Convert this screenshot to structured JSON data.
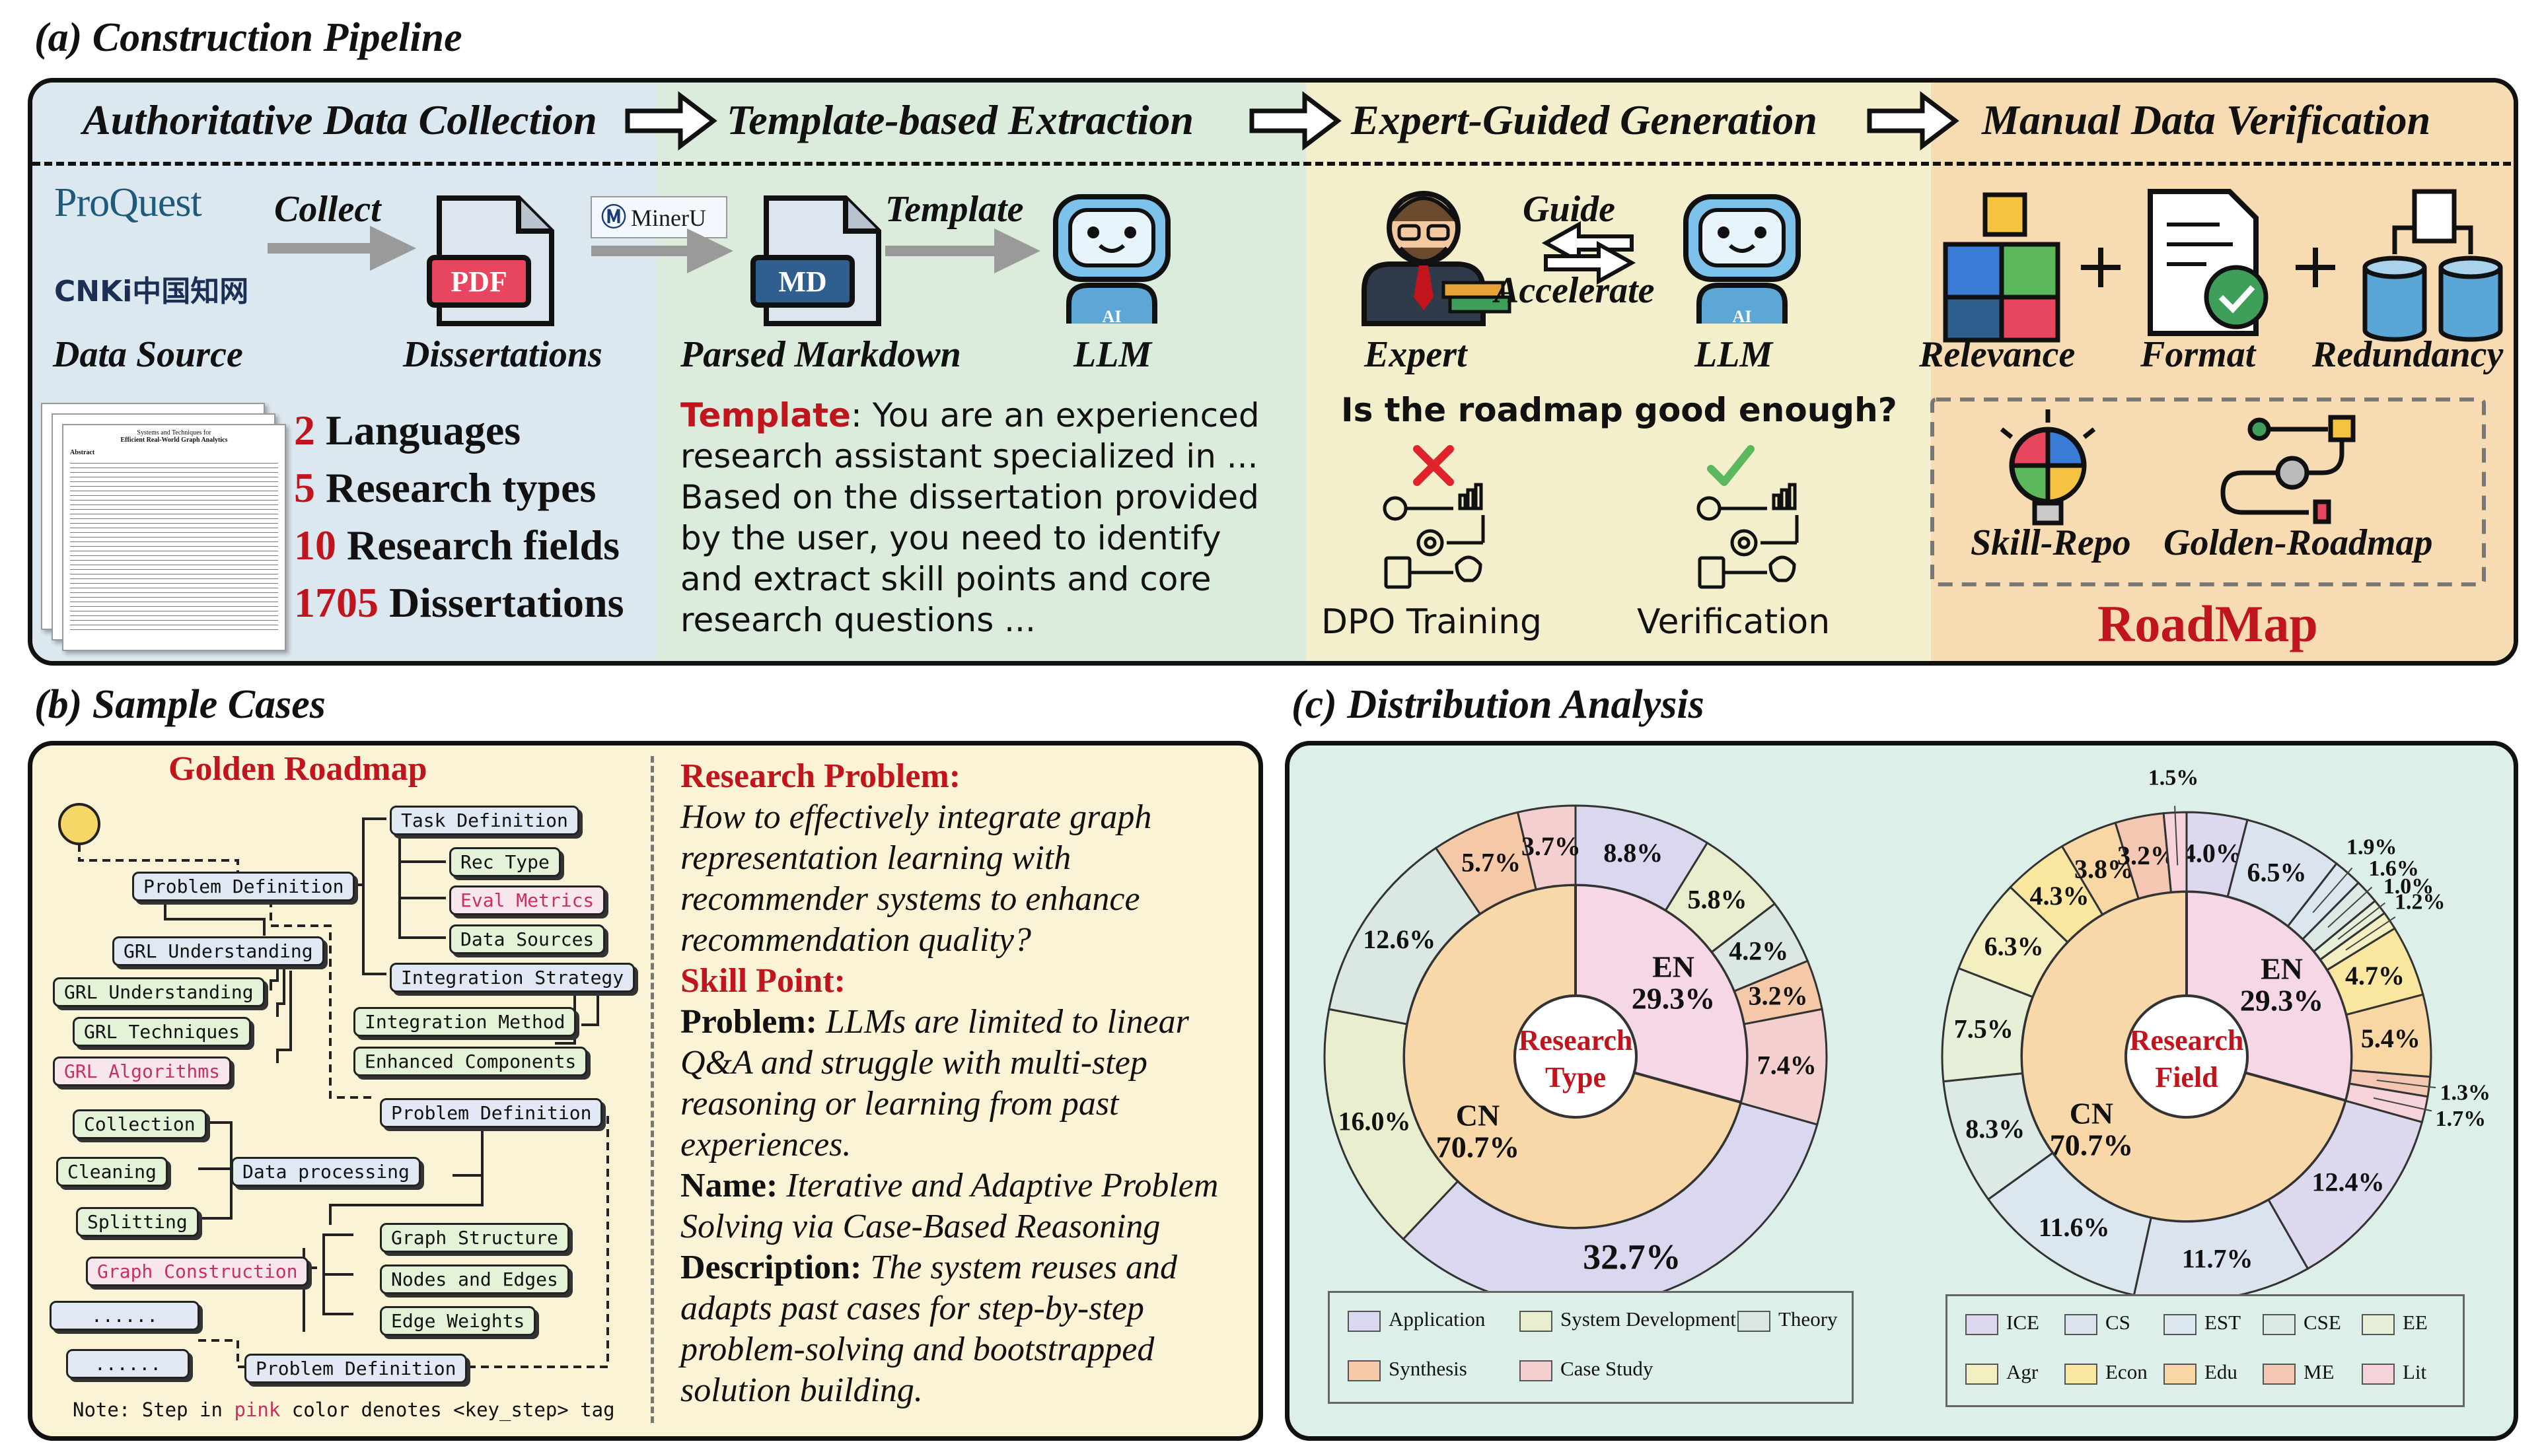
{
  "titles": {
    "a": "(a) Construction Pipeline",
    "b": "(b) Sample Cases",
    "c": "(c) Distribution Analysis"
  },
  "pipeline": {
    "stages": [
      "Authoritative Data Collection",
      "Template-based Extraction",
      "Expert-Guided Generation",
      "Manual Data Verification"
    ],
    "stage_colors": [
      "#dbe8ef",
      "#dcecdc",
      "#f3eecb",
      "#f7dcb3"
    ],
    "sources": {
      "proquest": "ProQuest",
      "cnki": "CNKi中国知网"
    },
    "collect": "Collect",
    "data_source": "Data Source",
    "pdf": "PDF",
    "dissertations": "Dissertations",
    "mineru": "MinerU",
    "md": "MD",
    "parsed_markdown": "Parsed Markdown",
    "template_arrow": "Template",
    "llm": "LLM",
    "ai": "AI",
    "doc_head": "Systems and Techniques for",
    "doc_title": "Efficient Real-World Graph Analytics",
    "doc_abstract": "Abstract",
    "stats": [
      {
        "num": "2",
        "label": "Languages"
      },
      {
        "num": "5",
        "label": "Research types"
      },
      {
        "num": "10",
        "label": "Research fields"
      },
      {
        "num": "1705",
        "label": "Dissertations"
      }
    ],
    "template_label": "Template",
    "template_text": ": You are an experienced research assistant specialized in ... Based on the dissertation provided by the user, you need to identify and extract skill points and core research questions ...",
    "guide": "Guide",
    "accelerate": "Accelerate",
    "expert": "Expert",
    "question": "Is the roadmap good enough?",
    "dpo": "DPO Training",
    "verification": "Verification",
    "relevance": "Relevance",
    "format": "Format",
    "redundancy": "Redundancy",
    "skill_repo": "Skill-Repo",
    "golden_roadmap": "Golden-Roadmap",
    "roadmap": "RoadMap"
  },
  "sample": {
    "golden_roadmap_title": "Golden Roadmap",
    "nodes": {
      "task_definition": "Task Definition",
      "rec_type": "Rec Type",
      "eval_metrics": "Eval Metrics",
      "data_sources": "Data Sources",
      "integration_strategy": "Integration Strategy",
      "problem_definition_1": "Problem Definition",
      "grl_understanding_1": "GRL Understanding",
      "grl_understanding_2": "GRL Understanding",
      "grl_techniques": "GRL Techniques",
      "grl_algorithms": "GRL Algorithms",
      "integration_method": "Integration Method",
      "enhanced_components": "Enhanced Components",
      "problem_definition_2": "Problem Definition",
      "collection": "Collection",
      "cleaning": "Cleaning",
      "data_processing": "Data processing",
      "splitting": "Splitting",
      "graph_structure": "Graph Structure",
      "graph_construction": "Graph Construction",
      "nodes_and_edges": "Nodes and Edges",
      "edge_weights": "Edge Weights",
      "dots": "......",
      "dots2": "......",
      "problem_definition_3": "Problem Definition"
    },
    "note_prefix": "Note: Step in ",
    "note_pink": "pink",
    "note_suffix": " color denotes <key_step> tag",
    "research_problem_label": "Research Problem:",
    "research_problem": "How to effectively integrate graph representation learning with recommender systems to enhance recommendation quality?",
    "skill_point_label": "Skill Point:",
    "problem_label": "Problem:",
    "problem": "LLMs are limited to linear Q&A and struggle with multi-step reasoning or learning from past experiences.",
    "name_label": "Name:",
    "name": "Iterative and Adaptive Problem Solving via Case-Based Reasoning",
    "description_label": "Description:",
    "description": "The system reuses and adapts past cases for step-by-step problem-solving and bootstrapped solution building."
  },
  "chart_data": [
    {
      "type": "pie",
      "title": "Research Type",
      "inner": [
        {
          "name": "EN",
          "value": 29.3,
          "label": "29.3%",
          "color": "#f5d7e6"
        },
        {
          "name": "CN",
          "value": 70.7,
          "label": "70.7%",
          "color": "#f8d8a8"
        }
      ],
      "outer": [
        {
          "name": "Application",
          "value": 8.8,
          "color": "#dad8ee"
        },
        {
          "name": "System Development",
          "value": 5.8,
          "color": "#e9efce"
        },
        {
          "name": "Theory",
          "value": 4.2,
          "color": "#dbe7e1"
        },
        {
          "name": "Synthesis",
          "value": 3.2,
          "color": "#f5c9a8"
        },
        {
          "name": "Case Study",
          "value": 7.4,
          "color": "#f4cfd0"
        },
        {
          "name": "Application",
          "value": 32.7,
          "color": "#dad8ee"
        },
        {
          "name": "System Development",
          "value": 16.0,
          "color": "#e9efce"
        },
        {
          "name": "Theory",
          "value": 12.6,
          "color": "#dbe7e1"
        },
        {
          "name": "Synthesis",
          "value": 5.7,
          "color": "#f5c9a8"
        },
        {
          "name": "Case Study",
          "value": 3.7,
          "color": "#f4cfd0"
        }
      ],
      "outer_labels": [
        "8.8%",
        "5.8%",
        "4.2%",
        "3.2%",
        "7.4%",
        "32.7%",
        "16.0%",
        "12.6%",
        "5.7%",
        "3.7%"
      ],
      "legend": [
        "Application",
        "System Development",
        "Theory",
        "Synthesis",
        "Case Study"
      ],
      "legend_colors": [
        "#dad8ee",
        "#e9efce",
        "#dbe7e1",
        "#f5c9a8",
        "#f4cfd0"
      ]
    },
    {
      "type": "pie",
      "title": "Research Field",
      "inner": [
        {
          "name": "EN",
          "value": 29.3,
          "label": "29.3%",
          "color": "#f5d7e6"
        },
        {
          "name": "CN",
          "value": 70.7,
          "label": "70.7%",
          "color": "#f8d8a8"
        }
      ],
      "outer": [
        {
          "name": "ICE",
          "value": 4.0,
          "color": "#ddd8ee"
        },
        {
          "name": "CS",
          "value": 6.5,
          "color": "#dbe3ef"
        },
        {
          "name": "EST",
          "value": 1.9,
          "color": "#dce6ee"
        },
        {
          "name": "CSE",
          "value": 1.6,
          "color": "#dde9e4"
        },
        {
          "name": "EE",
          "value": 1.0,
          "color": "#e6f0d8"
        },
        {
          "name": "Agr",
          "value": 1.2,
          "color": "#f3efc0"
        },
        {
          "name": "Econ",
          "value": 4.7,
          "color": "#f9e7a0"
        },
        {
          "name": "Edu",
          "value": 5.4,
          "color": "#f8d7a4"
        },
        {
          "name": "ME",
          "value": 1.3,
          "color": "#f3c7b2"
        },
        {
          "name": "Lit",
          "value": 1.7,
          "color": "#f6d3d8"
        },
        {
          "name": "ICE",
          "value": 12.4,
          "color": "#ddd8ee"
        },
        {
          "name": "CS",
          "value": 11.7,
          "color": "#dbe3ef"
        },
        {
          "name": "EST",
          "value": 11.6,
          "color": "#dce6ee"
        },
        {
          "name": "CSE",
          "value": 8.3,
          "color": "#dde9e4"
        },
        {
          "name": "EE",
          "value": 7.5,
          "color": "#e6f0d8"
        },
        {
          "name": "Agr",
          "value": 6.3,
          "color": "#f3efc0"
        },
        {
          "name": "Econ",
          "value": 4.3,
          "color": "#f9e7a0"
        },
        {
          "name": "Edu",
          "value": 3.8,
          "color": "#f8d7a4"
        },
        {
          "name": "ME",
          "value": 3.2,
          "color": "#f3c7b2"
        },
        {
          "name": "Lit",
          "value": 1.5,
          "color": "#f6d3d8"
        }
      ],
      "outer_labels": [
        "4.0%",
        "6.5%",
        "1.9%",
        "1.6%",
        "1.0%",
        "1.2%",
        "4.7%",
        "5.4%",
        "1.3%",
        "1.7%",
        "12.4%",
        "11.7%",
        "11.6%",
        "8.3%",
        "7.5%",
        "6.3%",
        "4.3%",
        "3.8%",
        "3.2%",
        "1.5%"
      ],
      "legend": [
        "ICE",
        "CS",
        "EST",
        "CSE",
        "EE",
        "Agr",
        "Econ",
        "Edu",
        "ME",
        "Lit"
      ],
      "legend_colors": [
        "#ddd8ee",
        "#dbe3ef",
        "#dce6ee",
        "#dde9e4",
        "#e6f0d8",
        "#f3efc0",
        "#f9e7a0",
        "#f8d7a4",
        "#f3c7b2",
        "#f6d3d8"
      ]
    }
  ]
}
